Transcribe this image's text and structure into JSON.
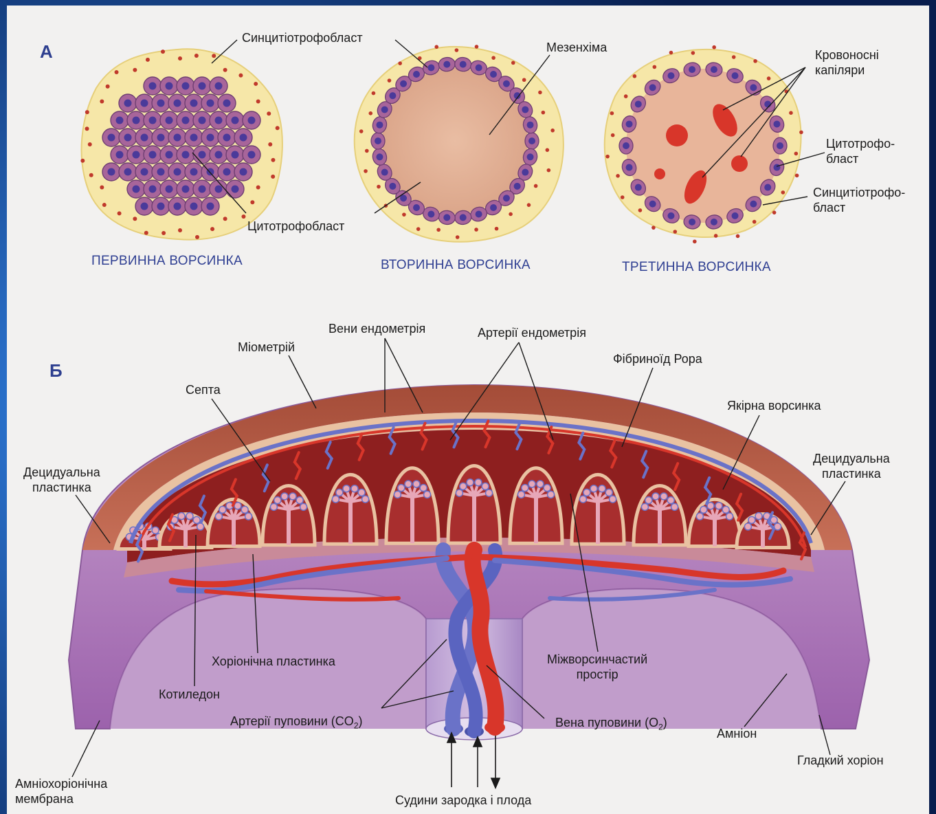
{
  "panels": {
    "a": "А",
    "b": "Б"
  },
  "villi": {
    "primary_title": "ПЕРВИННА ВОРСИНКА",
    "secondary_title": "ВТОРИННА ВОРСИНКА",
    "tertiary_title": "ТРЕТИННА ВОРСИНКА"
  },
  "labels_a": {
    "syncytio": "Синцитіотрофобласт",
    "cytotrophoblast": "Цитотрофобласт",
    "mesenchyme": "Мезенхіма",
    "capillaries_l1": "Кровоносні",
    "capillaries_l2": "капіляри",
    "cyto_l1": "Цитотрофо-",
    "cyto_l2": "бласт",
    "syncytio_l1": "Синцитіотрофо-",
    "syncytio_l2": "бласт"
  },
  "labels_b": {
    "veins": "Вени ендометрія",
    "myometrium": "Міометрій",
    "arteries": "Артерії ендометрія",
    "septa": "Септа",
    "fibrinoid": "Фібриноїд Рора",
    "anchor": "Якірна ворсинка",
    "decidual_left_l1": "Децидуальна",
    "decidual_left_l2": "пластинка",
    "decidual_right_l1": "Децидуальна",
    "decidual_right_l2": "пластинка",
    "chorionic_plate": "Хоріонічна пластинка",
    "cotyledon": "Котиледон",
    "intervillous_l1": "Міжворсинчастий",
    "intervillous_l2": "простір",
    "umbilical_arteries_pre": "Артерії пуповини (CO",
    "umbilical_arteries_sub": "2",
    "umbilical_arteries_post": ")",
    "umbilical_vein_pre": "Вена пуповини (O",
    "umbilical_vein_sub": "2",
    "umbilical_vein_post": ")",
    "amnion": "Амніон",
    "smooth_chorion": "Гладкий хоріон",
    "amniochorionic_l1": "Амніохоріонічна",
    "amniochorionic_l2": "мембрана",
    "fetal_vessels": "Судини зародка і плода"
  },
  "colors": {
    "syncytio": "#f6e7a8",
    "cell": "#a8659a",
    "nucleus": "#4a3a9a",
    "mesenchyme": "#e7b79c",
    "myometrium": "#b85a45",
    "artery": "#d8362a",
    "vein": "#6a72c8",
    "chorion": "#b988c2"
  }
}
